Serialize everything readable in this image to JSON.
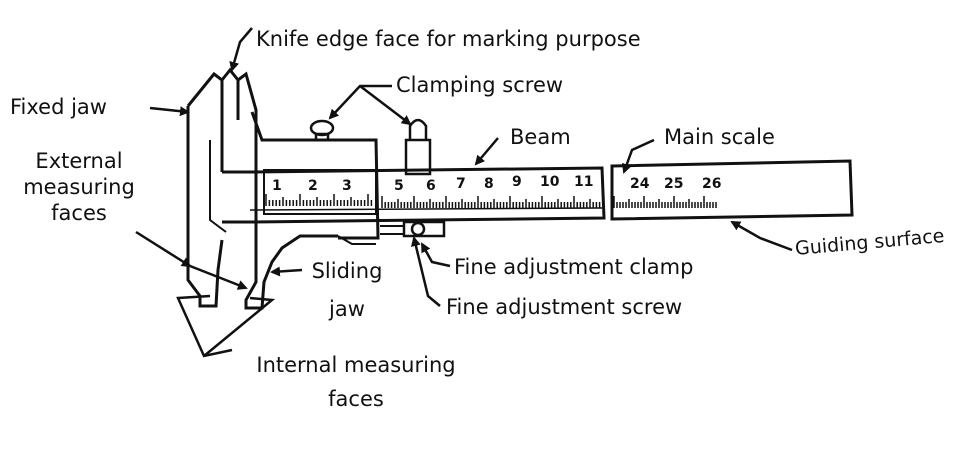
{
  "labels": {
    "knife_edge": "Knife edge face for marking purpose",
    "clamping_screw": "Clamping screw",
    "fixed_jaw": "Fixed jaw",
    "beam": "Beam",
    "main_scale": "Main scale",
    "external_faces_line1": "External",
    "external_faces_line2": "measuring",
    "external_faces_line3": "faces",
    "sliding_jaw_line1": "Sliding",
    "sliding_jaw_line2": "jaw",
    "guiding_surface": "Guiding surface",
    "fine_adj_clamp": "Fine adjustment clamp",
    "fine_adj_screw": "Fine adjustment screw",
    "internal_faces_line1": "Internal measuring",
    "internal_faces_line2": "faces"
  },
  "scale": {
    "vernier_numbers": [
      "1",
      "2",
      "3"
    ],
    "beam_numbers": [
      "5",
      "6",
      "7",
      "8",
      "9",
      "10",
      "11"
    ],
    "end_numbers": [
      "24",
      "25",
      "26"
    ]
  },
  "colors": {
    "ink": "#111111",
    "paper": "#ffffff"
  }
}
